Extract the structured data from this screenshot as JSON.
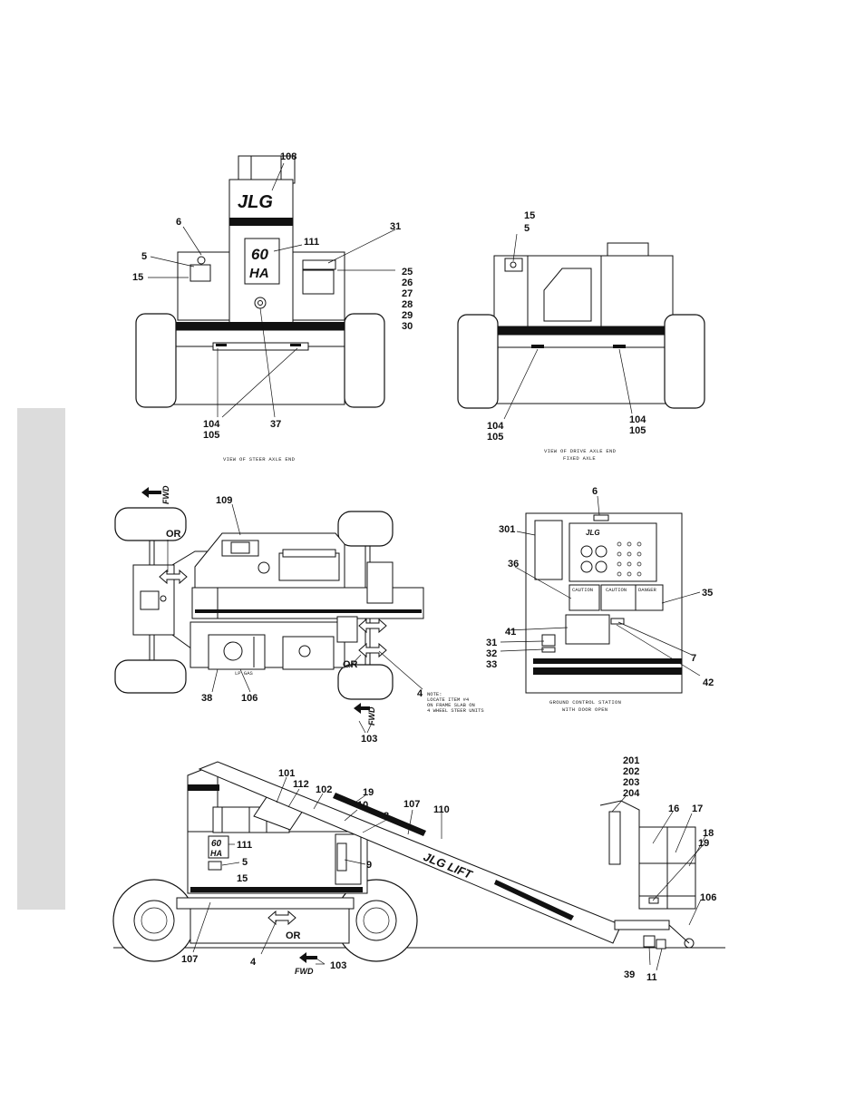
{
  "views": {
    "steer_axle": {
      "caption": "VIEW OF STEER AXLE END",
      "callouts": [
        "108",
        "6",
        "5",
        "15",
        "111",
        "31",
        "25",
        "26",
        "27",
        "28",
        "29",
        "30",
        "104",
        "105",
        "37"
      ],
      "logo_main": "JLG",
      "logo_model_top": "60",
      "logo_model_bottom": "HA"
    },
    "drive_axle": {
      "caption_line1": "VIEW OF DRIVE AXLE END",
      "caption_line2": "FIXED AXLE",
      "callouts": [
        "15",
        "5",
        "104",
        "105",
        "104",
        "105"
      ]
    },
    "top_view": {
      "callouts": [
        "109",
        "38",
        "106",
        "4",
        "103"
      ],
      "or_labels": [
        "OR",
        "OR"
      ],
      "fwd_labels": [
        "FWD",
        "FWD"
      ],
      "note_lines": [
        "NOTE:",
        "LOCATE ITEM #4",
        "ON FRAME SLAB ON",
        "4 WHEEL STEER UNITS"
      ],
      "decal_text": "LP GAS"
    },
    "ground_control": {
      "caption_line1": "GROUND CONTROL STATION",
      "caption_line2": "WITH DOOR OPEN",
      "callouts": [
        "6",
        "301",
        "36",
        "35",
        "41",
        "31",
        "32",
        "33",
        "7",
        "42"
      ],
      "logo_main": "JLG",
      "decal_labels": [
        "CAUTION",
        "CAUTION",
        "DANGER"
      ]
    },
    "side_view": {
      "callouts": [
        "101",
        "112",
        "102",
        "19",
        "10",
        "107",
        "110",
        "8",
        "9",
        "111",
        "5",
        "15",
        "107",
        "4",
        "103",
        "201",
        "202",
        "203",
        "204",
        "16",
        "17",
        "18",
        "19",
        "106",
        "39",
        "11"
      ],
      "or_label": "OR",
      "fwd_label": "FWD",
      "boom_logo": "JLG LIFT",
      "logo_model_top": "60",
      "logo_model_bottom": "HA"
    }
  }
}
